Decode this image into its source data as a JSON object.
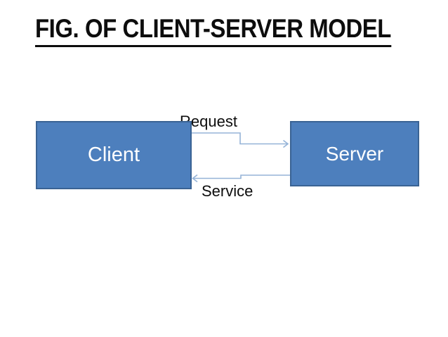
{
  "slide": {
    "title": "FIG. OF CLIENT-SERVER MODEL"
  },
  "diagram": {
    "client_label": "Client",
    "server_label": "Server",
    "request_label": "Request",
    "service_label": "Service",
    "request_arrow_direction": "client-to-server",
    "service_arrow_direction": "server-to-client"
  },
  "colors": {
    "box_fill": "#4d7fbd",
    "box_border": "#3a6394",
    "box_text": "#ffffff",
    "connector": "#95b3d7",
    "title_text": "#0d0d0d",
    "background": "#ffffff"
  }
}
